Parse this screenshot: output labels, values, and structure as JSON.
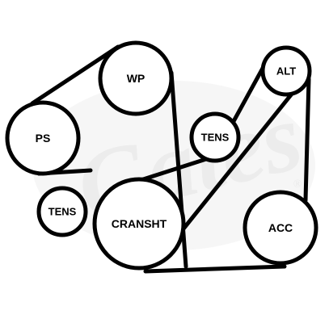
{
  "watermark": {
    "text": "Gates",
    "mark": "®",
    "color": "#ececec"
  },
  "belt": {
    "color": "#000000"
  },
  "pulleys": {
    "wp": {
      "label": "WP"
    },
    "ps": {
      "label": "PS"
    },
    "tens_top": {
      "label": "TENS"
    },
    "alt": {
      "label": "ALT"
    },
    "tens_low": {
      "label": "TENS"
    },
    "cranksht": {
      "label": "CRANSHT"
    },
    "acc": {
      "label": "ACC"
    }
  }
}
